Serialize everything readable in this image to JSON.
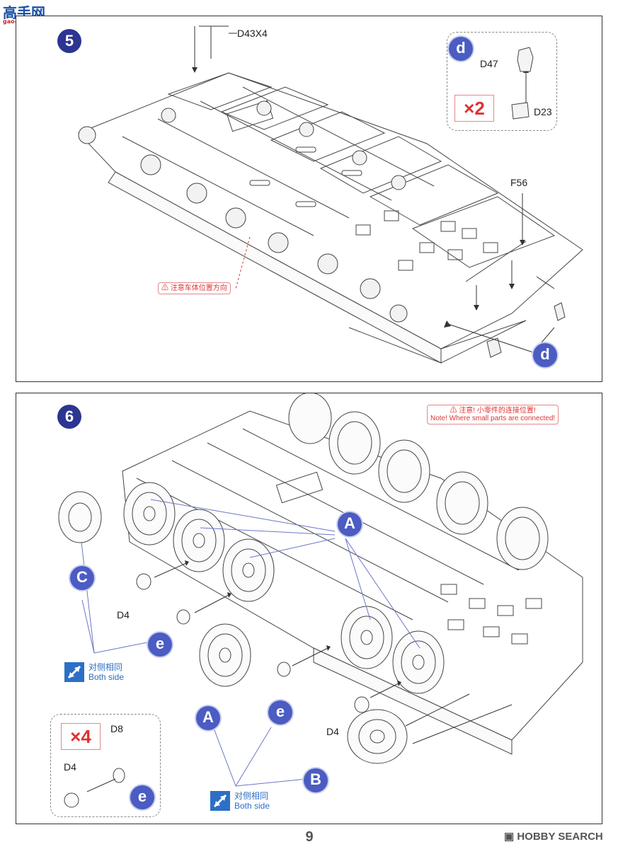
{
  "watermark": {
    "site_name": "高手网",
    "url": "gao-shou.com"
  },
  "step5": {
    "number": "5",
    "part_d43": "D43X4",
    "part_f56": "F56",
    "subassembly_letter": "d",
    "subassembly_callout": "d",
    "sub_part_d47": "D47",
    "sub_part_d23": "D23",
    "multiplier": "×2",
    "warning": "注意车体位置方向"
  },
  "step6": {
    "number": "6",
    "warning_line1": "注意! 小零件的连接位置!",
    "warning_line2": "Note! Where small parts are connected!",
    "callout_a_top": "A",
    "callout_c": "C",
    "label_d4_left": "D4",
    "callout_e_left": "e",
    "both_side_cn": "对侧相同",
    "both_side_en": "Both side",
    "callout_a_bottom": "A",
    "callout_e_bottom": "e",
    "label_d4_bottom": "D4",
    "callout_b": "B",
    "sub_multiplier": "×4",
    "sub_part_d8": "D8",
    "sub_part_d4": "D4",
    "sub_letter": "e"
  },
  "footer": {
    "page_number": "9",
    "brand": "HOBBY SEARCH"
  },
  "colors": {
    "callout_blue": "#2c3592",
    "warning_red": "#d33333",
    "link_blue": "#2c6fc5"
  }
}
